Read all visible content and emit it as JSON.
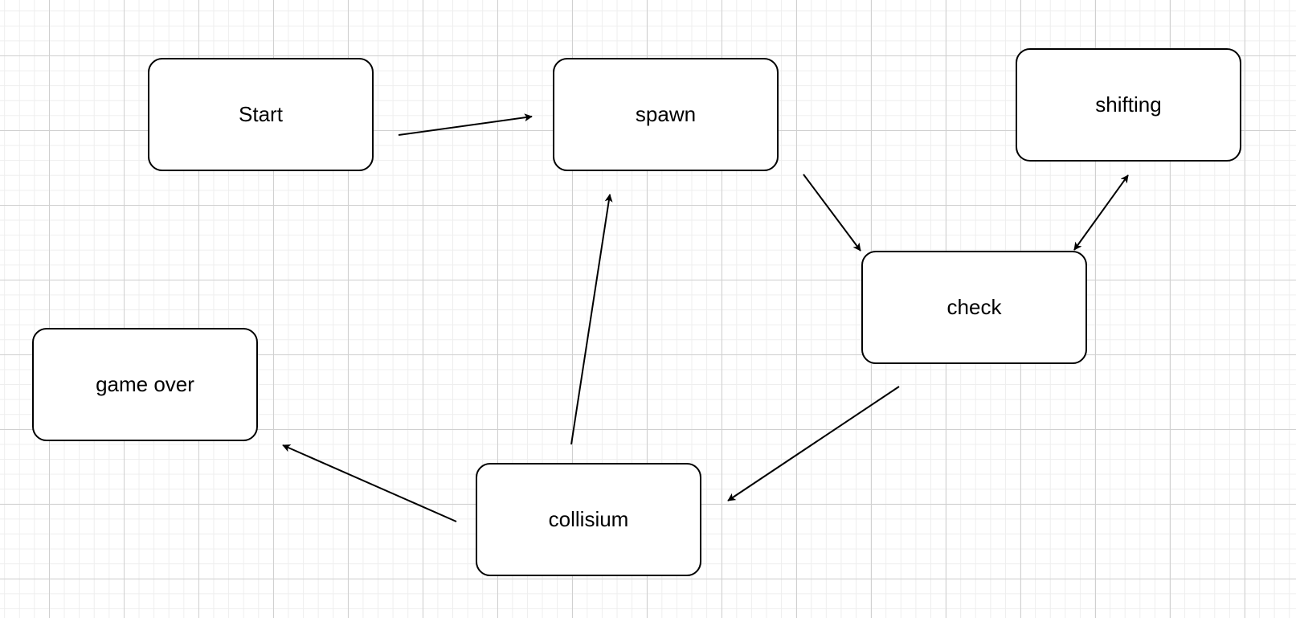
{
  "diagram": {
    "colors": {
      "node_fill": "#ffffff",
      "node_border": "#000000",
      "edge": "#000000",
      "grid_major": "#d0d0d0",
      "grid_minor": "#eeeeee"
    },
    "nodes": [
      {
        "id": "start",
        "label": "Start"
      },
      {
        "id": "spawn",
        "label": "spawn"
      },
      {
        "id": "shifting",
        "label": "shifting"
      },
      {
        "id": "check",
        "label": "check"
      },
      {
        "id": "game_over",
        "label": "game over"
      },
      {
        "id": "collisium",
        "label": "collisium"
      }
    ],
    "edges": [
      {
        "from": "start",
        "to": "spawn",
        "direction": "forward"
      },
      {
        "from": "spawn",
        "to": "check",
        "direction": "forward"
      },
      {
        "from": "check",
        "to": "shifting",
        "direction": "both"
      },
      {
        "from": "check",
        "to": "collisium",
        "direction": "forward"
      },
      {
        "from": "collisium",
        "to": "spawn",
        "direction": "forward"
      },
      {
        "from": "collisium",
        "to": "game_over",
        "direction": "forward"
      }
    ]
  }
}
